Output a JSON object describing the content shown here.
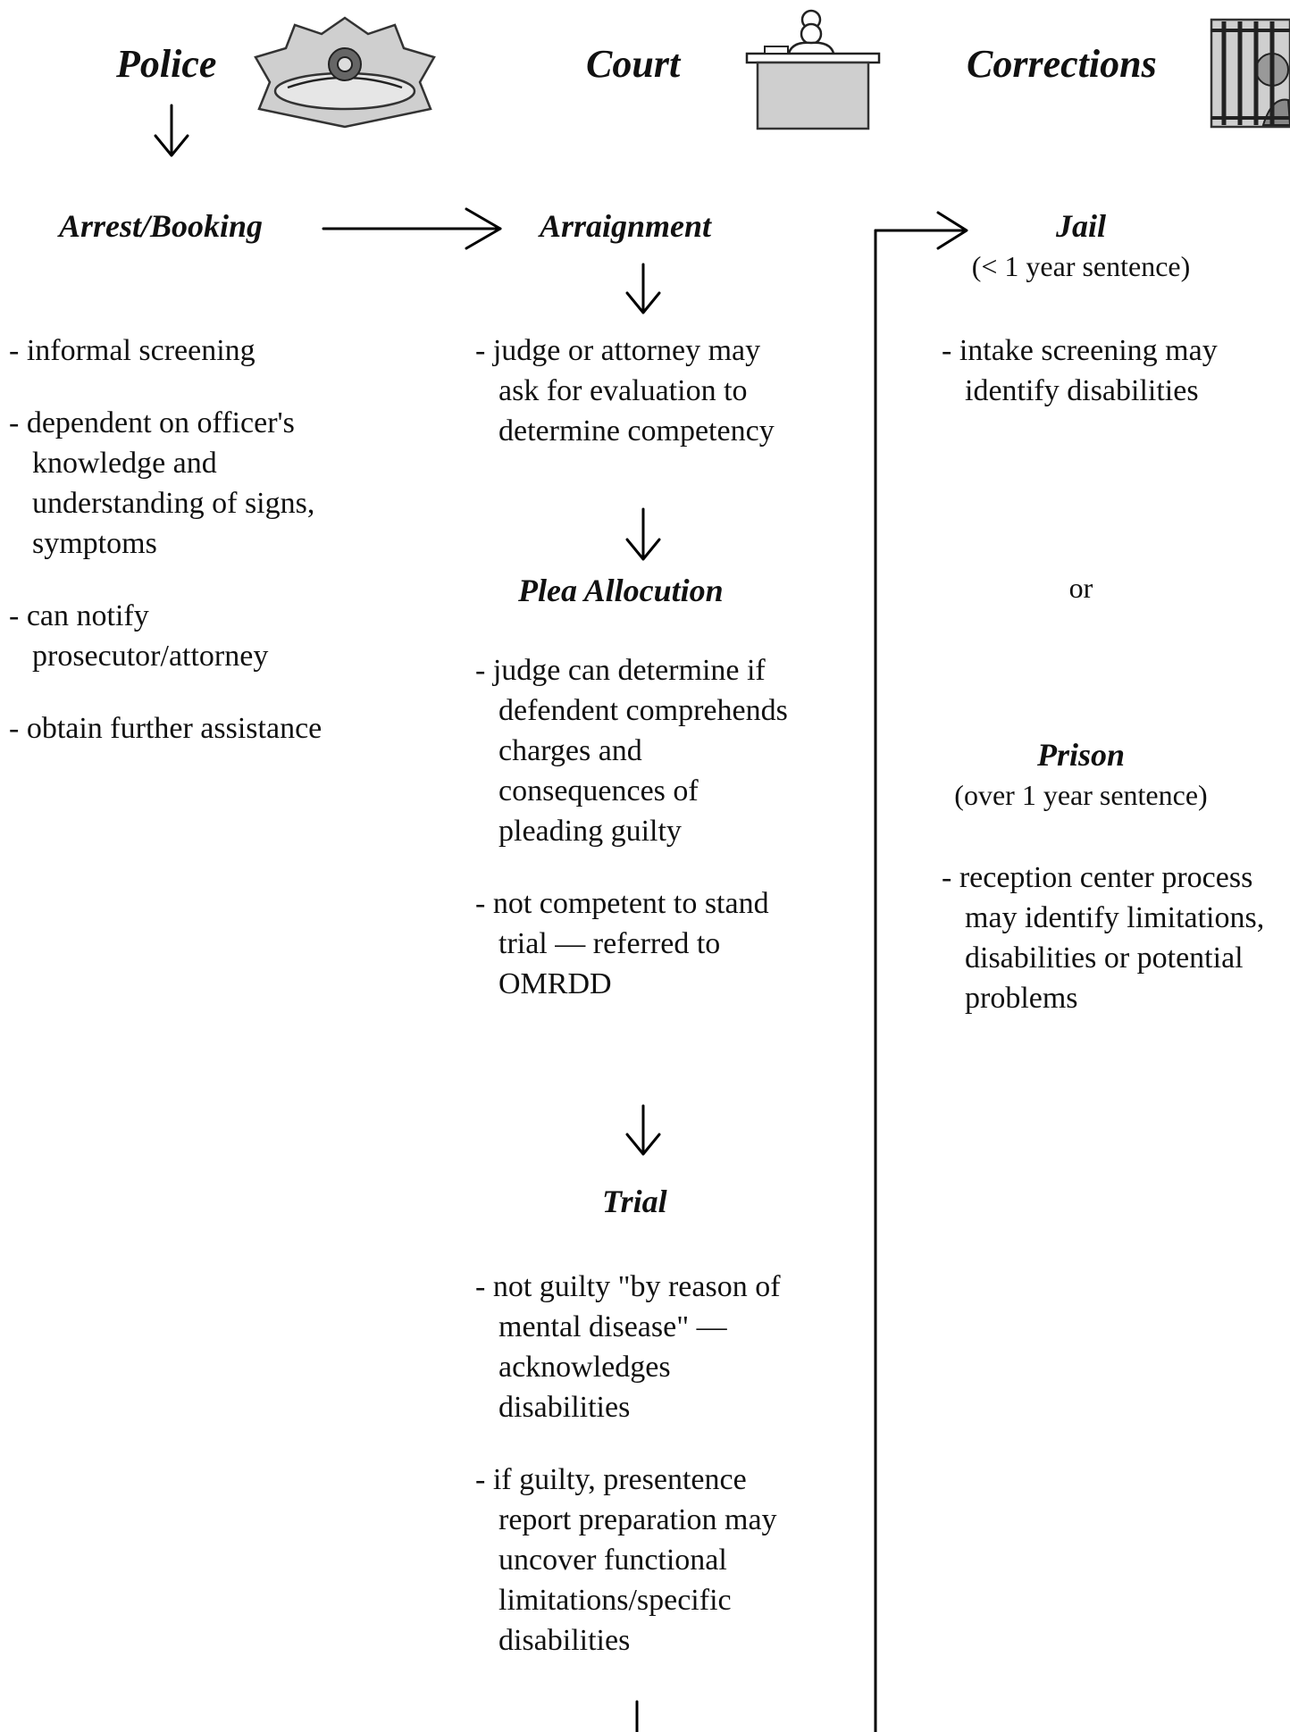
{
  "headers": {
    "police": "Police",
    "court": "Court",
    "corrections": "Corrections"
  },
  "icons": {
    "police": "police-cap-icon",
    "court": "judge-bench-icon",
    "corrections": "jail-cell-icon"
  },
  "police": {
    "stage": "Arrest/Booking",
    "items": [
      "- informal screening",
      "- dependent on officer's knowledge and understanding of signs, symptoms",
      "- can notify prosecutor/attorney",
      "- obtain further assistance"
    ]
  },
  "court": {
    "arraignment": {
      "stage": "Arraignment",
      "items": [
        "- judge or attorney may ask for evaluation to determine competency"
      ]
    },
    "plea": {
      "stage": "Plea Allocution",
      "items": [
        "- judge can determine if defendent comprehends charges and consequences of pleading guilty",
        "- not competent to stand trial — referred to OMRDD"
      ]
    },
    "trial": {
      "stage": "Trial",
      "items": [
        "- not guilty \"by reason of mental disease\" —acknowledges disabilities",
        "- if guilty, presentence report preparation may uncover functional limitations/specific disabilities"
      ]
    }
  },
  "corrections": {
    "jail": {
      "stage": "Jail",
      "note": "(< 1 year sentence)",
      "items": [
        "- intake screening may identify disabilities"
      ]
    },
    "or": "or",
    "prison": {
      "stage": "Prison",
      "note": "(over 1 year sentence)",
      "items": [
        "- reception center process may identify limitations, disabilities or potential problems"
      ]
    }
  }
}
